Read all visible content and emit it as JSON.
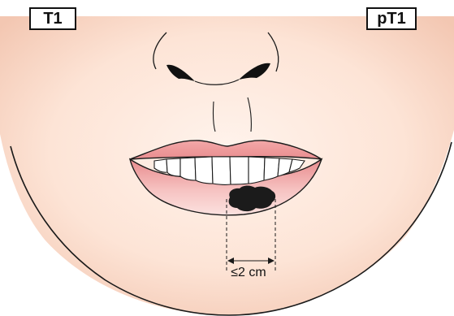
{
  "labels": {
    "clinical_stage": "T1",
    "pathological_stage": "pT1"
  },
  "measurement": {
    "text": "≤2 cm"
  },
  "colors": {
    "skin": "#fde4d6",
    "skin_shadow": "#f3c7b2",
    "lips": "#ef9c9c",
    "lip_highlight": "#f8c9c8",
    "lesion": "#1b1b1b",
    "outline": "#1a1a1a"
  }
}
